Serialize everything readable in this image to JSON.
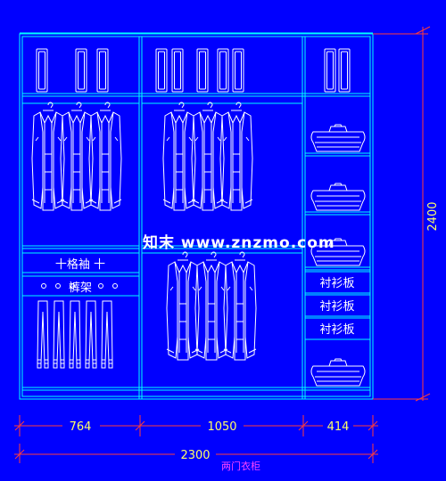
{
  "dimensions": {
    "height": "2400",
    "width_left": "764",
    "width_middle": "1050",
    "width_right": "414",
    "total_width": "2300",
    "caption": "两门衣柜"
  },
  "labels": {
    "tie_rack": "十格袖 十",
    "trouser_rack": "裤架",
    "shirt_boards": [
      "衬衫板",
      "衬衫板",
      "衬衫板"
    ]
  },
  "watermark": "知末 www.znzmo.com",
  "colors": {
    "background": "#0000ff",
    "outline": "#00ffff",
    "garment": "#ffffff",
    "dimension": "#ff3b3b",
    "dimension_text": "#ffff66",
    "caption": "#ff44ff",
    "label": "#ffffff"
  }
}
